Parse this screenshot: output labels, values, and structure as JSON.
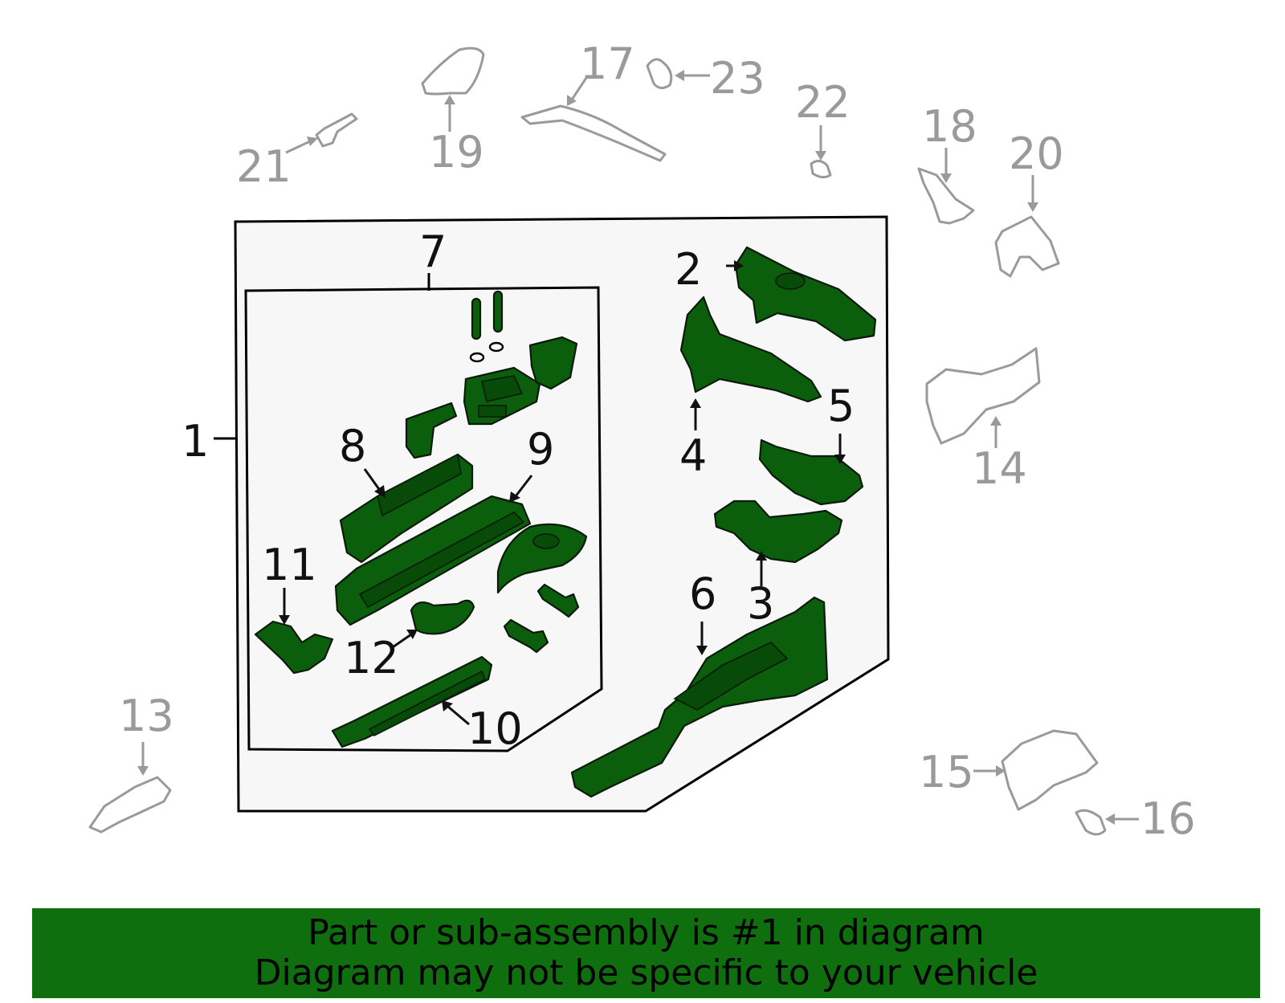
{
  "diagram": {
    "callouts": [
      {
        "id": "1",
        "label": "1"
      },
      {
        "id": "2",
        "label": "2"
      },
      {
        "id": "3",
        "label": "3"
      },
      {
        "id": "4",
        "label": "4"
      },
      {
        "id": "5",
        "label": "5"
      },
      {
        "id": "6",
        "label": "6"
      },
      {
        "id": "7",
        "label": "7"
      },
      {
        "id": "8",
        "label": "8"
      },
      {
        "id": "9",
        "label": "9"
      },
      {
        "id": "10",
        "label": "10"
      },
      {
        "id": "11",
        "label": "11"
      },
      {
        "id": "12",
        "label": "12"
      },
      {
        "id": "13",
        "label": "13"
      },
      {
        "id": "14",
        "label": "14"
      },
      {
        "id": "15",
        "label": "15"
      },
      {
        "id": "16",
        "label": "16"
      },
      {
        "id": "17",
        "label": "17"
      },
      {
        "id": "18",
        "label": "18"
      },
      {
        "id": "19",
        "label": "19"
      },
      {
        "id": "20",
        "label": "20"
      },
      {
        "id": "21",
        "label": "21"
      },
      {
        "id": "22",
        "label": "22"
      },
      {
        "id": "23",
        "label": "23"
      }
    ],
    "highlight_color": "#0b5e0b",
    "outline_color_unselected": "#9a9a9a"
  },
  "banner": {
    "line1": "Part or sub-assembly is #1 in diagram",
    "line2": "Diagram may not be specific to your vehicle",
    "background": "#0f6f0f"
  }
}
